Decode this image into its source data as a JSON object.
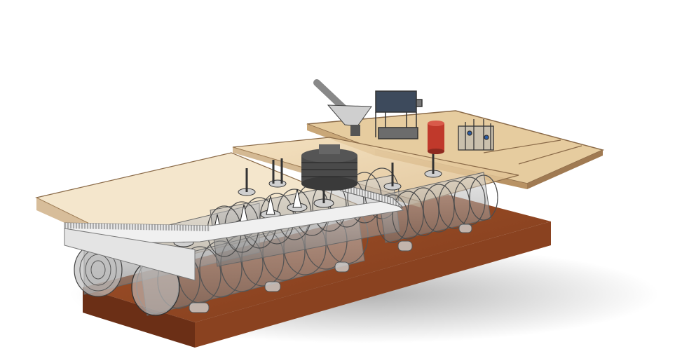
{
  "scene": {
    "subject": "",
    "colors": {
      "background": "#ffffff",
      "base_wood": "#9a4a25",
      "base_wood_dark": "#6b2f16",
      "tray": "#e8cfa4",
      "tray_edge": "#a07a52",
      "tank_body": "#b9b9b9",
      "tank_ring": "#5a5a5a",
      "grating": "#d9d9d9",
      "red_vessel": "#c0392b",
      "dark_equipment": "#3a3a3a"
    },
    "tanks": [
      {
        "id": "tank-left-front"
      },
      {
        "id": "tank-left-rear"
      },
      {
        "id": "tank-middle"
      },
      {
        "id": "tank-right"
      }
    ],
    "equipment": [
      "hopper",
      "frame-unit",
      "red-vessel",
      "skid-unit",
      "round-column"
    ]
  }
}
